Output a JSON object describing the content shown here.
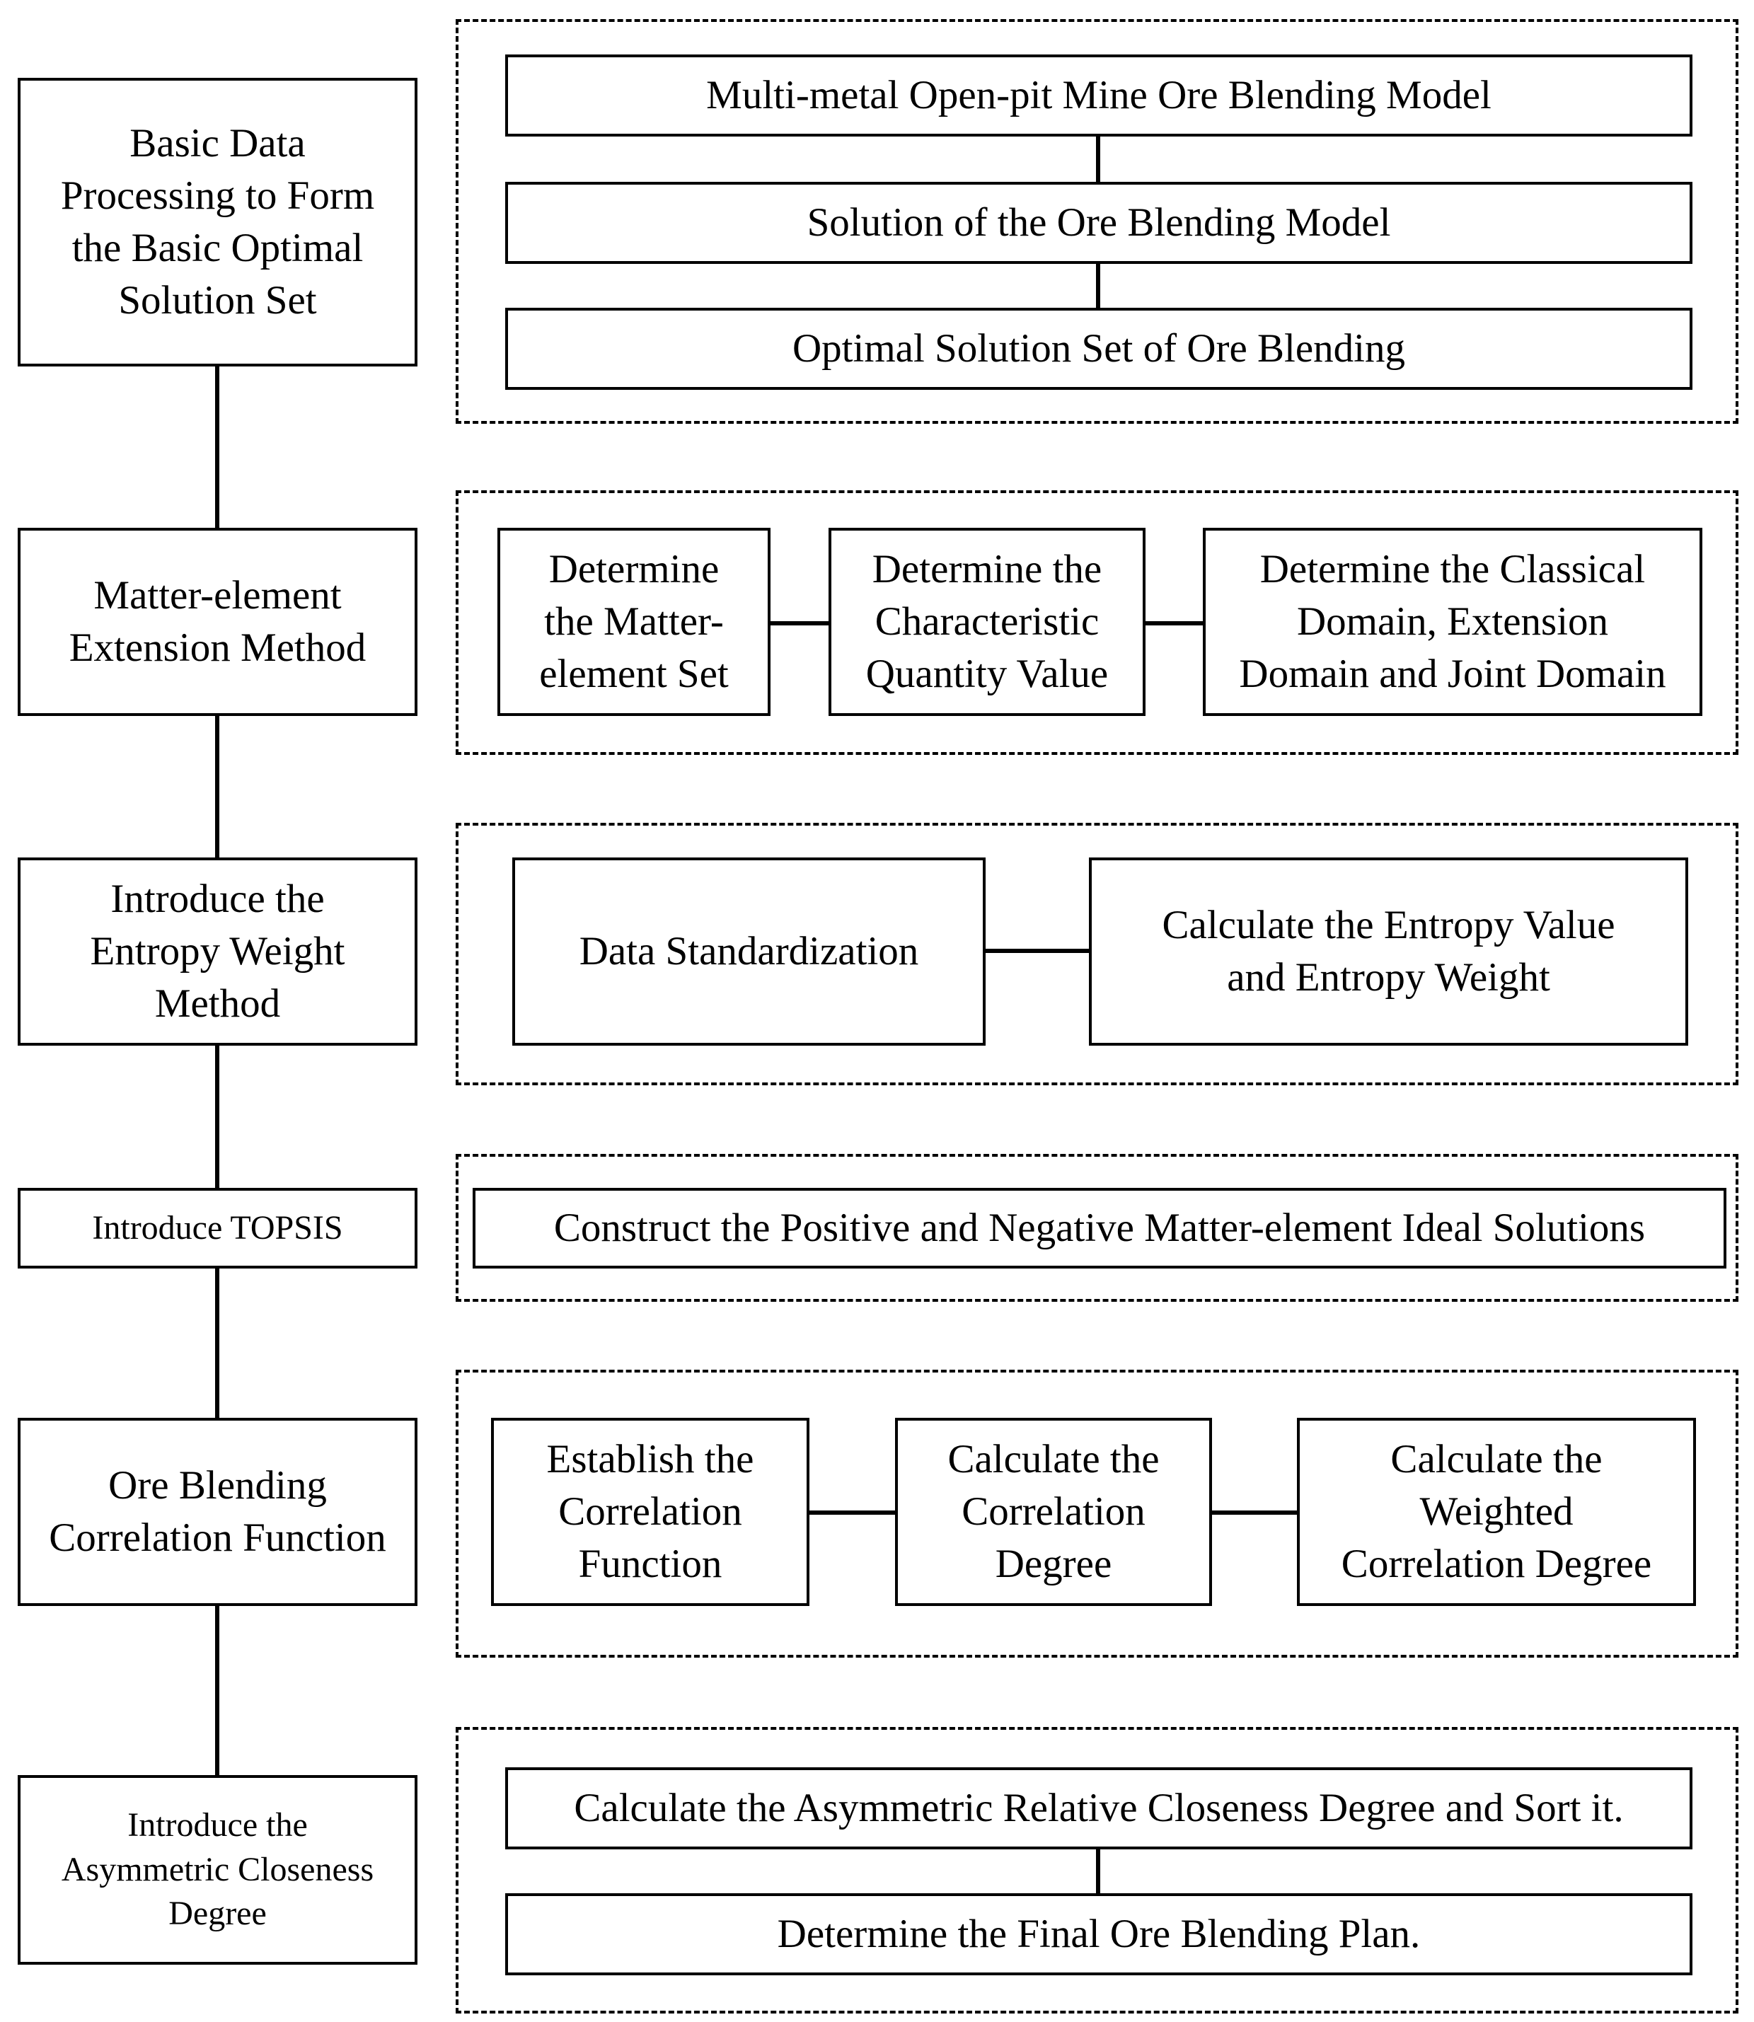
{
  "left_steps": [
    {
      "id": "basic-data",
      "label": "Basic Data\nProcessing to Form\nthe Basic Optimal\nSolution Set"
    },
    {
      "id": "matter-element",
      "label": "Matter-element\nExtension Method"
    },
    {
      "id": "entropy-weight",
      "label": "Introduce the\nEntropy Weight\nMethod"
    },
    {
      "id": "topsis",
      "label": "Introduce TOPSIS"
    },
    {
      "id": "correlation-function",
      "label": "Ore Blending\nCorrelation Function"
    },
    {
      "id": "asymmetric-closeness",
      "label": "Introduce the\nAsymmetric Closeness\nDegree"
    }
  ],
  "group1": {
    "model": "Multi-metal Open-pit Mine Ore Blending Model",
    "solution": "Solution of the Ore Blending Model",
    "optimal_set": "Optimal Solution Set of Ore Blending"
  },
  "group2": {
    "matter_set": "Determine\nthe Matter-\nelement Set",
    "char_value": "Determine the\nCharacteristic\nQuantity Value",
    "domains": "Determine the Classical\nDomain, Extension\nDomain and Joint Domain"
  },
  "group3": {
    "standardization": "Data Standardization",
    "entropy_value": "Calculate the Entropy Value\nand Entropy Weight"
  },
  "group4": {
    "ideal_solutions": "Construct the Positive and Negative Matter-element Ideal Solutions"
  },
  "group5": {
    "establish": "Establish the\nCorrelation\nFunction",
    "degree": "Calculate the\nCorrelation\nDegree",
    "weighted": "Calculate the\nWeighted\nCorrelation Degree"
  },
  "group6": {
    "asymmetric": "Calculate the Asymmetric Relative Closeness Degree and Sort it.",
    "final_plan": "Determine the Final Ore Blending Plan."
  }
}
